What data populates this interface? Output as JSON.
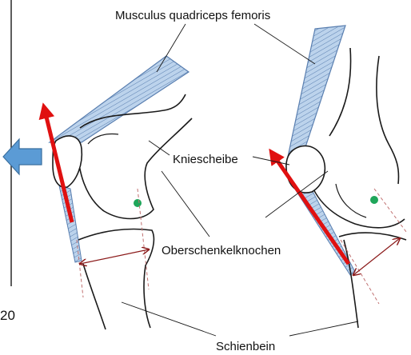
{
  "labels": {
    "quadriceps": "Musculus quadriceps femoris",
    "patella": "Kniescheibe",
    "femur": "Oberschenkelknochen",
    "tibia": "Schienbein",
    "corner_text": "20"
  },
  "colors": {
    "outline": "#1a1a1a",
    "muscle_fill": "#bcd3ec",
    "muscle_stroke": "#5a7fb0",
    "force_arrow": "#e01010",
    "move_arrow_fill": "#5b9bd5",
    "move_arrow_stroke": "#3a6f9f",
    "pivot": "#1fa65a",
    "lever": "#8b1a1a",
    "axis_line": "#c07070"
  },
  "icons": {
    "movement_arrow": "left-arrow-icon",
    "pivot_point": "rotation-center-dot"
  }
}
